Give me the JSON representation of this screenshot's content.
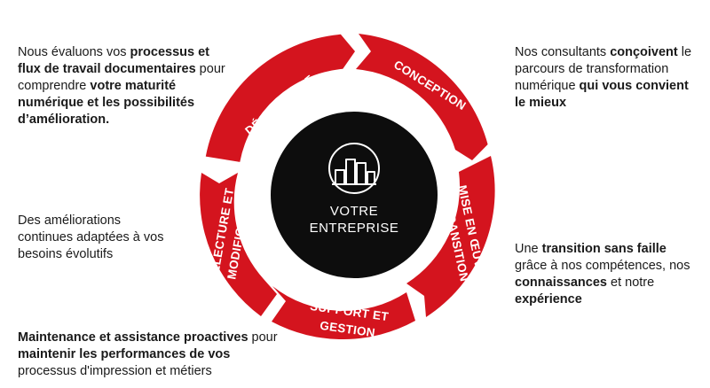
{
  "colors": {
    "accent": "#d4141e",
    "center": "#0d0d0d",
    "text": "#1a1a1a",
    "on_accent": "#ffffff"
  },
  "center": {
    "icon": "buildings-icon",
    "line1": "VOTRE",
    "line2": "ENTREPRISE"
  },
  "segments": {
    "decouverte": "DÉCOUVERTE",
    "conception": "CONCEPTION",
    "mise_line1": "MISE EN ŒUVRE",
    "mise_line2": "ET TRANSITION",
    "support_line1": "SUPPORT ET",
    "support_line2": "GESTION",
    "relecture_line1": "RELECTURE ET",
    "relecture_line2": "MODIFICATION"
  },
  "descriptions": {
    "decouverte": [
      {
        "t": "Nous évaluons vos ",
        "b": false
      },
      {
        "t": "processus et flux de travail documentaires",
        "b": true
      },
      {
        "t": " pour comprendre ",
        "b": false
      },
      {
        "t": "votre maturité numérique et les possibilités d’amélioration.",
        "b": true
      }
    ],
    "conception": [
      {
        "t": "Nos consultants ",
        "b": false
      },
      {
        "t": "conçoivent",
        "b": true
      },
      {
        "t": " le parcours de transformation numérique ",
        "b": false
      },
      {
        "t": "qui vous convient le mieux",
        "b": true
      }
    ],
    "relecture": [
      {
        "t": "Des améliorations continues adaptées à vos besoins évolutifs",
        "b": false
      }
    ],
    "mise": [
      {
        "t": "Une ",
        "b": false
      },
      {
        "t": "transition sans faille",
        "b": true
      },
      {
        "t": " grâce à nos compétences, nos ",
        "b": false
      },
      {
        "t": "connaissances",
        "b": true
      },
      {
        "t": " et notre ",
        "b": false
      },
      {
        "t": "expérience",
        "b": true
      }
    ],
    "support": [
      {
        "t": "Maintenance et assistance proactives",
        "b": true
      },
      {
        "t": " pour ",
        "b": false
      },
      {
        "t": "maintenir les performances de vos",
        "b": true
      },
      {
        "t": " processus d'impression et métiers",
        "b": false
      }
    ]
  }
}
